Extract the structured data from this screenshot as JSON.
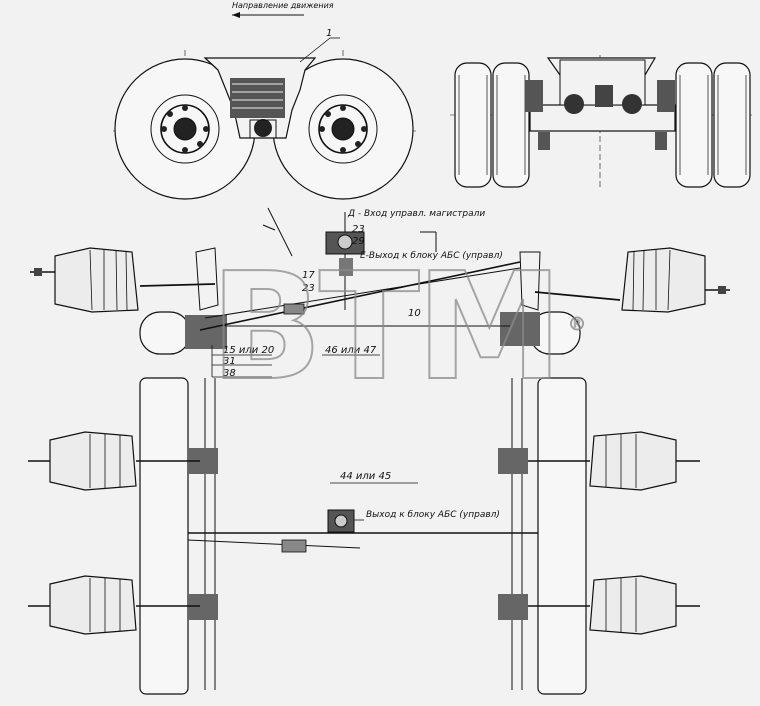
{
  "diagram": {
    "direction_note": "Направление движения",
    "callouts": {
      "c1": "1",
      "c23a": "23",
      "c29": "29",
      "c17": "17",
      "c23b": "23",
      "c10": "10",
      "c15_20": "15 или 20",
      "c31": "31",
      "c38": "38",
      "c46_47": "46 или 47",
      "c44_45": "44 или 45"
    },
    "notes": {
      "d_input": "Д - Вход управл. магистрали",
      "e_output": "Е-Выход к блоку АБС (управл)",
      "abs_output": "Выход к блоку АБС (управл)"
    },
    "watermark": {
      "text": "BTM",
      "mark": "®"
    }
  }
}
